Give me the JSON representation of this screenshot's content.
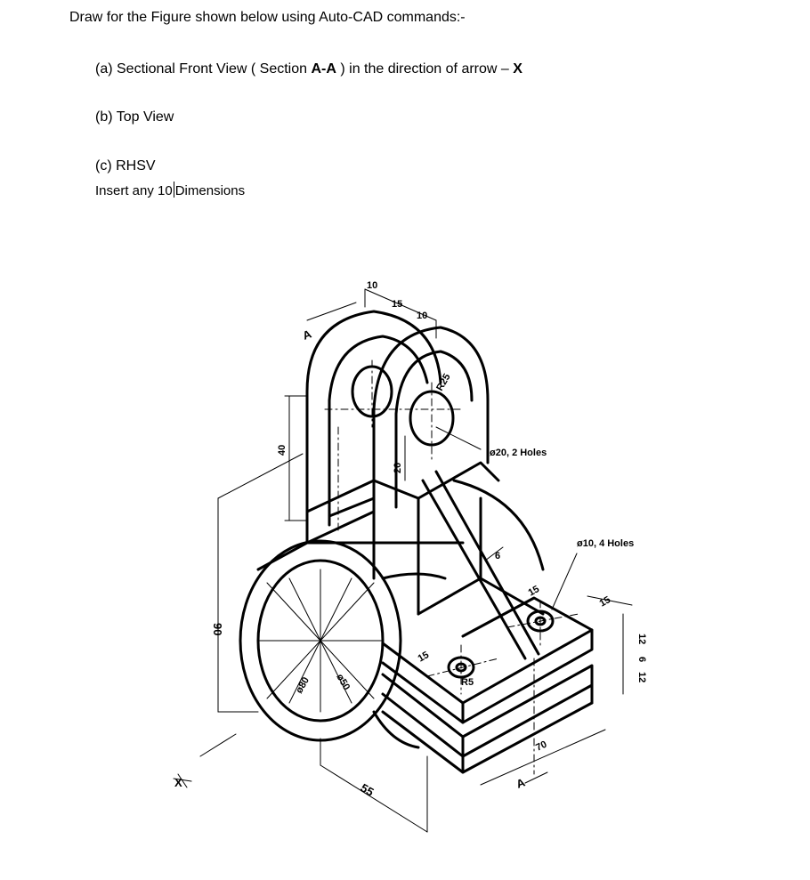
{
  "header": {
    "title": "Draw for the Figure shown below using Auto-CAD commands:-",
    "item_a_prefix": "(a)  Sectional Front View ( Section ",
    "item_a_section": "A-A",
    "item_a_middle": " ) in the direction of arrow – ",
    "item_a_arrow": "X",
    "item_b": "(b)  Top View",
    "item_c": "(c)  RHSV",
    "instruction_before": "Insert any 10",
    "instruction_after": "Dimensions"
  },
  "drawing": {
    "dim_10_top": "10",
    "dim_15": "15",
    "dim_10_right": "10",
    "dim_r25": "R25",
    "dim_holes_20": "ø20, 2 Holes",
    "dim_40": "40",
    "dim_20": "20",
    "dim_6": "6",
    "dim_holes_10": "ø10, 4 Holes",
    "dim_15_b": "15",
    "dim_15_c": "15",
    "dim_15_d": "15",
    "dim_r5": "R5",
    "dim_12_a": "12",
    "dim_6_b": "6",
    "dim_12_b": "12",
    "dim_90": "90",
    "dim_80": "ø80",
    "dim_50": "ø50",
    "dim_55": "55",
    "dim_70": "70",
    "section_a_top": "A",
    "section_a_bottom": "A",
    "arrow_x": "X"
  }
}
